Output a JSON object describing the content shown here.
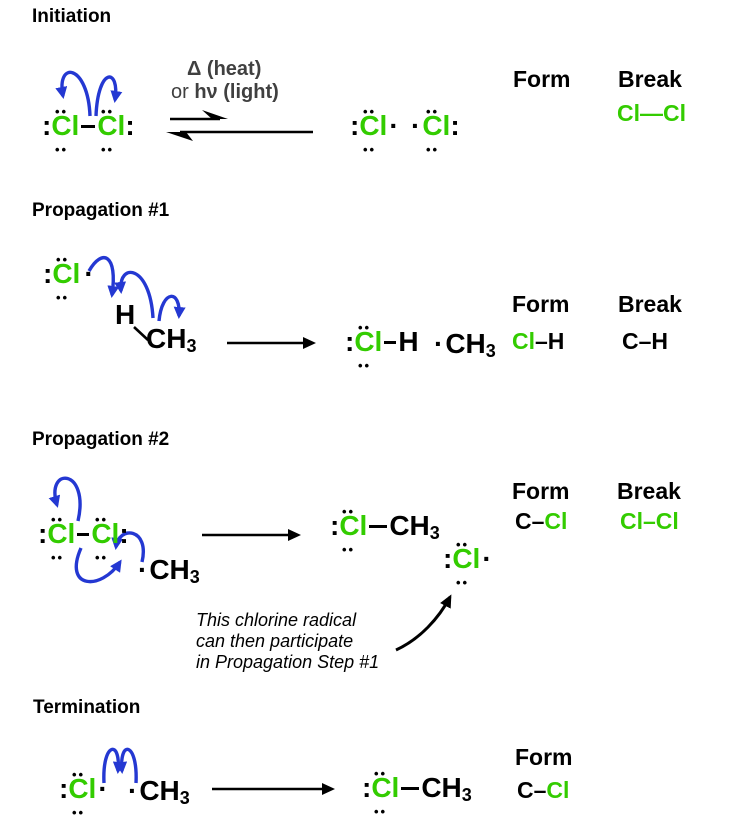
{
  "colors": {
    "green": "#33cc00",
    "blue": "#2438d2",
    "gray": "#404040"
  },
  "initiation": {
    "heading": "Initiation",
    "conditions_line1": "Δ (heat)",
    "conditions_or": "or ",
    "conditions_hv": "hν (light)",
    "reactant": {
      "colon_left": ":",
      "cl_a": "Cl",
      "cl_b": "Cl",
      "colon_right": ":",
      "lp": "••"
    },
    "product_a": {
      "colon": ":",
      "cl": "Cl",
      "dot": "·",
      "lp": "••"
    },
    "product_b": {
      "dot": "·",
      "cl": "Cl",
      "colon": ":",
      "lp": "••"
    },
    "form_label": "Form",
    "break_label": "Break",
    "break_bond": {
      "a": "Cl",
      "dash": "—",
      "b": "Cl"
    }
  },
  "propagation1": {
    "heading": "Propagation #1",
    "cl_radical": {
      "colon": ":",
      "cl": "Cl",
      "dot": "·",
      "lp": "••"
    },
    "methane_h": "H",
    "methane_ch": "CH",
    "methane_sub": "3",
    "hcl": {
      "colon": ":",
      "cl": "Cl",
      "h": "H",
      "lp": "••"
    },
    "methyl": {
      "dot": "·",
      "ch": "CH",
      "sub": "3"
    },
    "form_label": "Form",
    "break_label": "Break",
    "form_bond": {
      "a": "Cl",
      "dash": "–",
      "b": "H"
    },
    "break_bond": {
      "a": "C",
      "dash": "–",
      "b": "H"
    }
  },
  "propagation2": {
    "heading": "Propagation #2",
    "cl2": {
      "colon_left": ":",
      "cl_a": "Cl",
      "cl_b": "Cl",
      "colon_right": ":",
      "lp": "••"
    },
    "methyl": {
      "dot": "·",
      "ch": "CH",
      "sub": "3"
    },
    "product": {
      "colon": ":",
      "cl": "Cl",
      "ch": "CH",
      "sub": "3",
      "lp": "••"
    },
    "cl_radical": {
      "colon": ":",
      "cl": "Cl",
      "dot": "·",
      "lp": "••"
    },
    "form_label": "Form",
    "break_label": "Break",
    "form_bond": {
      "a": "C",
      "dash": "–",
      "b": "Cl"
    },
    "break_bond": {
      "a": "Cl",
      "dash": "–",
      "b": "Cl"
    },
    "note_line1": "This chlorine radical",
    "note_line2": "can then participate",
    "note_line3": "in Propagation Step #1"
  },
  "termination": {
    "heading": "Termination",
    "cl_radical": {
      "colon": ":",
      "cl": "Cl",
      "dot": "·",
      "lp": "••"
    },
    "methyl": {
      "dot": "·",
      "ch": "CH",
      "sub": "3"
    },
    "product": {
      "colon": ":",
      "cl": "Cl",
      "ch": "CH",
      "sub": "3",
      "lp": "••"
    },
    "form_label": "Form",
    "form_bond": {
      "a": "C",
      "dash": "–",
      "b": "Cl"
    }
  }
}
